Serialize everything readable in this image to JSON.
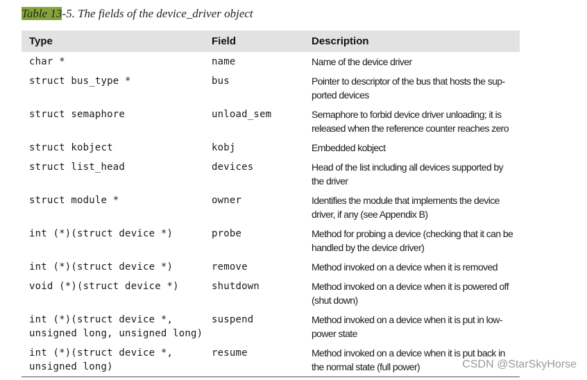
{
  "caption": {
    "highlight": "Table 13",
    "rest": "-5. The fields of the device_driver object"
  },
  "header": {
    "type": "Type",
    "field": "Field",
    "description": "Description"
  },
  "rows": [
    {
      "type": [
        "char *"
      ],
      "field": "name",
      "description": [
        "Name of the device driver"
      ]
    },
    {
      "type": [
        "struct bus_type *"
      ],
      "field": "bus",
      "description": [
        "Pointer to descriptor of the bus that hosts the sup-",
        "ported devices"
      ]
    },
    {
      "type": [
        "struct semaphore"
      ],
      "field": "unload_sem",
      "description": [
        "Semaphore to forbid device driver unloading; it is",
        "released when the reference counter reaches zero"
      ]
    },
    {
      "type": [
        "struct kobject"
      ],
      "field": "kobj",
      "description": [
        "Embedded kobject"
      ]
    },
    {
      "type": [
        "struct list_head"
      ],
      "field": "devices",
      "description": [
        "Head of the list including all devices supported by",
        "the driver"
      ]
    },
    {
      "type": [
        "struct module *"
      ],
      "field": "owner",
      "description": [
        "Identifies the module that implements the device",
        "driver, if any (see Appendix B)"
      ]
    },
    {
      "type": [
        "int (*)(struct device *)"
      ],
      "field": "probe",
      "description": [
        "Method for probing a device (checking that it can be",
        "handled by the device driver)"
      ]
    },
    {
      "type": [
        "int (*)(struct device *)"
      ],
      "field": "remove",
      "description": [
        "Method invoked on a device when it is removed"
      ]
    },
    {
      "type": [
        "void (*)(struct device *)"
      ],
      "field": "shutdown",
      "description": [
        "Method invoked on a device when it is powered off",
        "(shut down)"
      ]
    },
    {
      "type": [
        "int (*)(struct device *,",
        "unsigned long, unsigned long)"
      ],
      "field": "suspend",
      "description": [
        "Method invoked on a device when it is put in low-",
        "power state"
      ]
    },
    {
      "type": [
        "int (*)(struct device *,",
        "unsigned long)"
      ],
      "field": "resume",
      "description": [
        "Method invoked on a device when it is put back in",
        "the normal state (full power)"
      ]
    }
  ],
  "watermark": "CSDN @StarSkyHorse"
}
